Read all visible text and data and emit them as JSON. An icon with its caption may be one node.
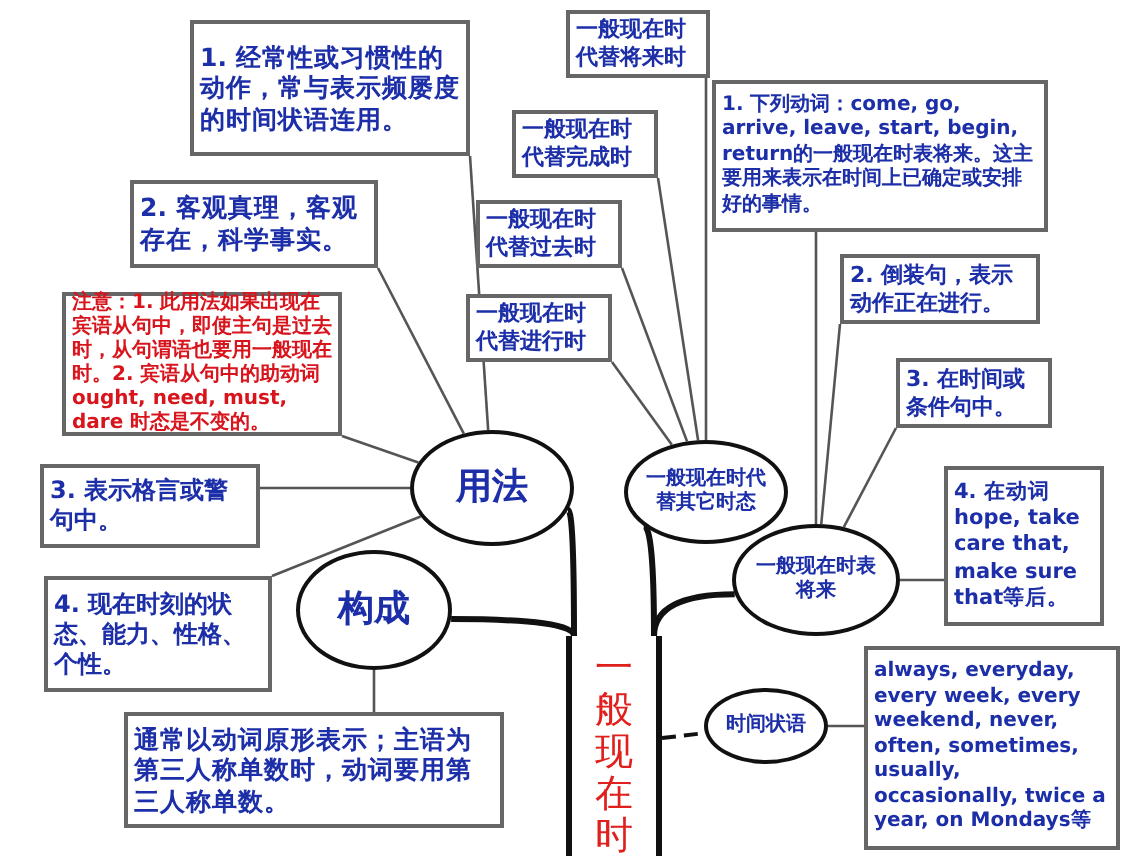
{
  "diagram": {
    "nodes": [
      {
        "text": [
          "一般现在时"
        ]
      },
      {
        "text": [
          "用法"
        ]
      },
      {
        "text": [
          "构成"
        ]
      },
      {
        "text": [
          "一般现在时代替其它时态"
        ]
      },
      {
        "text": [
          "一般现在时表将来"
        ]
      },
      {
        "text": [
          "时间状语"
        ]
      },
      {
        "text": [
          "1. 经常性或习惯性的动作，常与表示频屡度的时间状语连用。"
        ]
      },
      {
        "text": [
          "2. 客观真理，客观存在，科学事实。"
        ]
      },
      {
        "text": [
          "注意：1. 此用法如果出现在宾语从句中，即使主句是过去时，从句谓语也要用一般现在时。2. 宾语从句中的助动词ought, need, must, dare 时态是不变的。"
        ]
      },
      {
        "text": [
          "3. 表示格言或警句中。"
        ]
      },
      {
        "text": [
          "4. 现在时刻的状态、能力、性格、个性。"
        ]
      },
      {
        "text": [
          "通常以动词原形表示；主语为第三人称单数时，动词要用第三人称单数。"
        ]
      },
      {
        "text": [
          "一般现在时代替将来时"
        ]
      },
      {
        "text": [
          "一般现在时代替完成时"
        ]
      },
      {
        "text": [
          "一般现在时代替过去时"
        ]
      },
      {
        "text": [
          "一般现在时代替进行时"
        ]
      },
      {
        "text": [
          "1. 下列动词：come, go, arrive, leave, start, begin, return的一般现在时表将来。这主要用来表示在时间上已确定或安排好的事情。"
        ]
      },
      {
        "text": [
          "2. 倒装句，表示动作正在进行。"
        ]
      },
      {
        "text": [
          "3. 在时间或条件句中。"
        ]
      },
      {
        "text": [
          "4. 在动词hope, take care that, make sure that等后。"
        ]
      },
      {
        "text": [
          "always, everyday, every week, every weekend, never, often, sometimes, usually, occasionally, twice a year, on Mondays等"
        ]
      }
    ],
    "edges": [
      {
        "from": 0,
        "to": 1,
        "arrow": "none",
        "style": "thick"
      },
      {
        "from": 0,
        "to": 2,
        "arrow": "none",
        "style": "thick"
      },
      {
        "from": 0,
        "to": 3,
        "arrow": "none",
        "style": "thick"
      },
      {
        "from": 0,
        "to": 4,
        "arrow": "none",
        "style": "thick"
      },
      {
        "from": 0,
        "to": 5,
        "arrow": "none",
        "style": "dashed"
      },
      {
        "from": 1,
        "to": 6,
        "arrow": "none"
      },
      {
        "from": 1,
        "to": 7,
        "arrow": "none"
      },
      {
        "from": 1,
        "to": 8,
        "arrow": "none"
      },
      {
        "from": 1,
        "to": 9,
        "arrow": "none"
      },
      {
        "from": 1,
        "to": 10,
        "arrow": "none"
      },
      {
        "from": 2,
        "to": 11,
        "arrow": "none"
      },
      {
        "from": 3,
        "to": 12,
        "arrow": "none"
      },
      {
        "from": 3,
        "to": 13,
        "arrow": "none"
      },
      {
        "from": 3,
        "to": 14,
        "arrow": "none"
      },
      {
        "from": 3,
        "to": 15,
        "arrow": "none"
      },
      {
        "from": 4,
        "to": 16,
        "arrow": "none"
      },
      {
        "from": 4,
        "to": 17,
        "arrow": "none"
      },
      {
        "from": 4,
        "to": 18,
        "arrow": "none"
      },
      {
        "from": 4,
        "to": 19,
        "arrow": "none"
      },
      {
        "from": 5,
        "to": 20,
        "arrow": "none"
      }
    ]
  }
}
